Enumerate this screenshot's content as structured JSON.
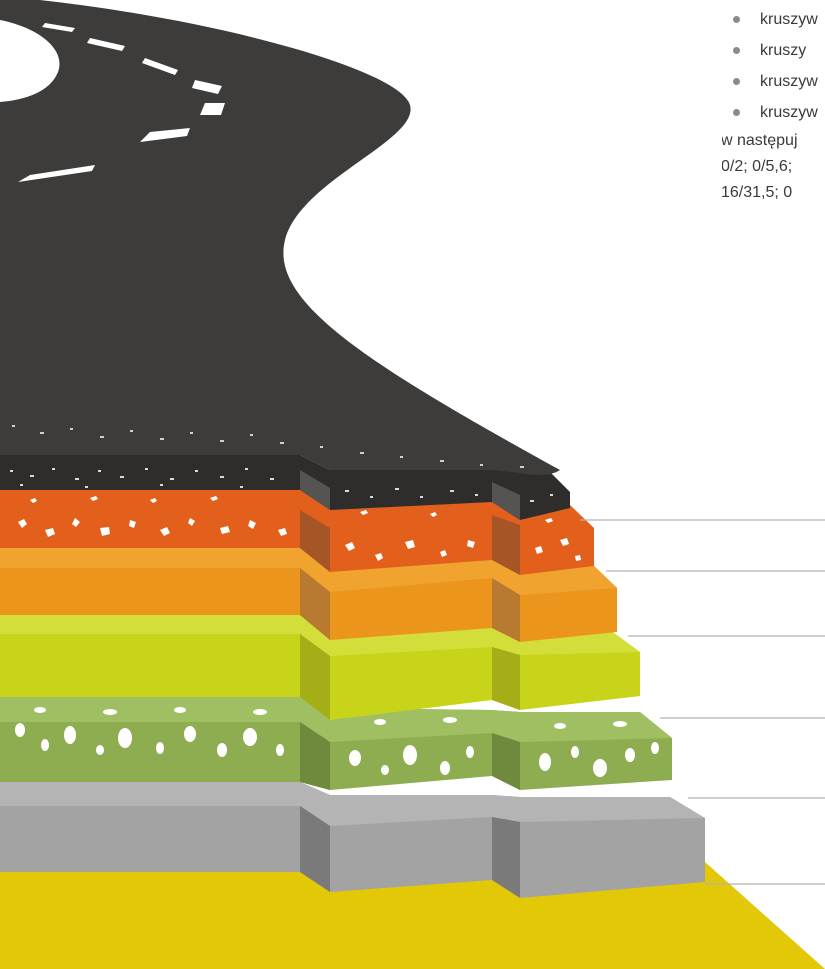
{
  "text_block": {
    "bullets": [
      "kruszyw",
      "kruszy",
      "kruszyw",
      "kruszyw"
    ],
    "lines": [
      "w następuj",
      "0/2;  0/5,6;",
      "16/31,5;  0"
    ]
  },
  "colors": {
    "asphalt": "#3d3c3b",
    "wearing_course": "#2e2d2c",
    "binder_course": "#e2601c",
    "base_course": "#ec951c",
    "subbase": "#c8d419",
    "stabilized": "#8dad50",
    "improved_subgrade": "#a3a3a3",
    "subgrade": "#e2c807",
    "leader_line": "#b3b3b3",
    "road_marking": "#ffffff"
  }
}
